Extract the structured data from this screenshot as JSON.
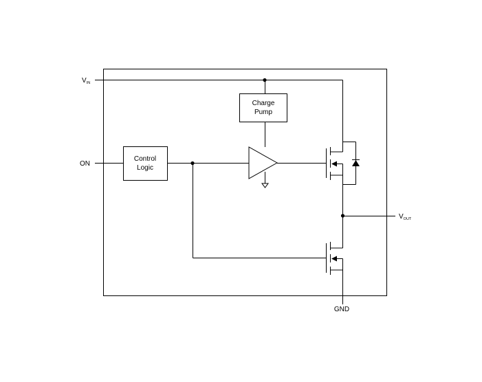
{
  "pins": {
    "vin": {
      "main": "V",
      "sub": "IN"
    },
    "on": "ON",
    "vout": {
      "main": "V",
      "sub": "OUT"
    },
    "gnd": "GND"
  },
  "blocks": {
    "charge_pump": {
      "line1": "Charge",
      "line2": "Pump"
    },
    "control_logic": {
      "line1": "Control",
      "line2": "Logic"
    }
  }
}
